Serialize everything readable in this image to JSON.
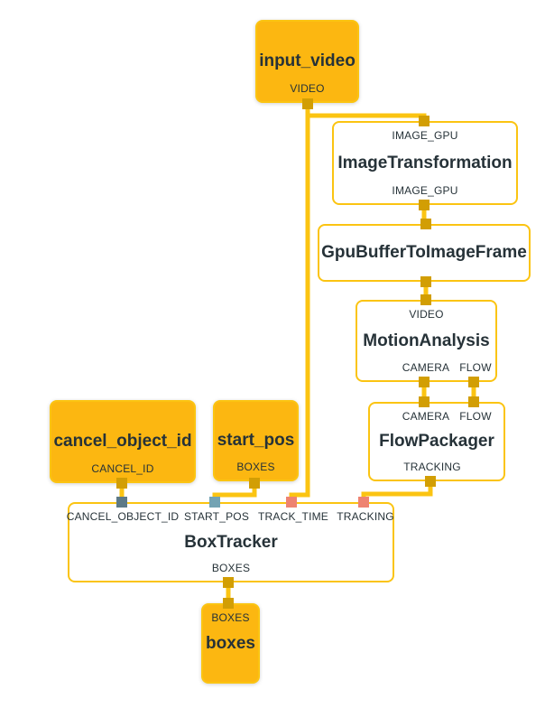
{
  "nodes": {
    "input_video": {
      "title": "input_video",
      "out_label": "VIDEO"
    },
    "image_transformation": {
      "title": "ImageTransformation",
      "in_label": "IMAGE_GPU",
      "out_label": "IMAGE_GPU"
    },
    "gpu_buffer_to_image_frame": {
      "title": "GpuBufferToImageFrame"
    },
    "motion_analysis": {
      "title": "MotionAnalysis",
      "in_label": "VIDEO",
      "out_labels": {
        "camera": "CAMERA",
        "flow": "FLOW"
      }
    },
    "flow_packager": {
      "title": "FlowPackager",
      "in_labels": {
        "camera": "CAMERA",
        "flow": "FLOW"
      },
      "out_label": "TRACKING"
    },
    "cancel_object_id": {
      "title": "cancel_object_id",
      "out_label": "CANCEL_ID"
    },
    "start_pos": {
      "title": "start_pos",
      "out_label": "BOXES"
    },
    "box_tracker": {
      "title": "BoxTracker",
      "in_labels": {
        "cancel_object_id": "CANCEL_OBJECT_ID",
        "start_pos": "START_POS",
        "track_time": "TRACK_TIME",
        "tracking": "TRACKING"
      },
      "out_label": "BOXES"
    },
    "boxes": {
      "title": "boxes",
      "in_label": "BOXES"
    }
  },
  "colors": {
    "node_fill": "#FCB711",
    "calc_fill": "#FFFFFF",
    "accent": "#FBC412",
    "port_default": "#D29E04",
    "port_cancel": "#5E7A87",
    "port_start": "#73A3B3",
    "port_track": "#EE8371",
    "text": "#263238"
  }
}
